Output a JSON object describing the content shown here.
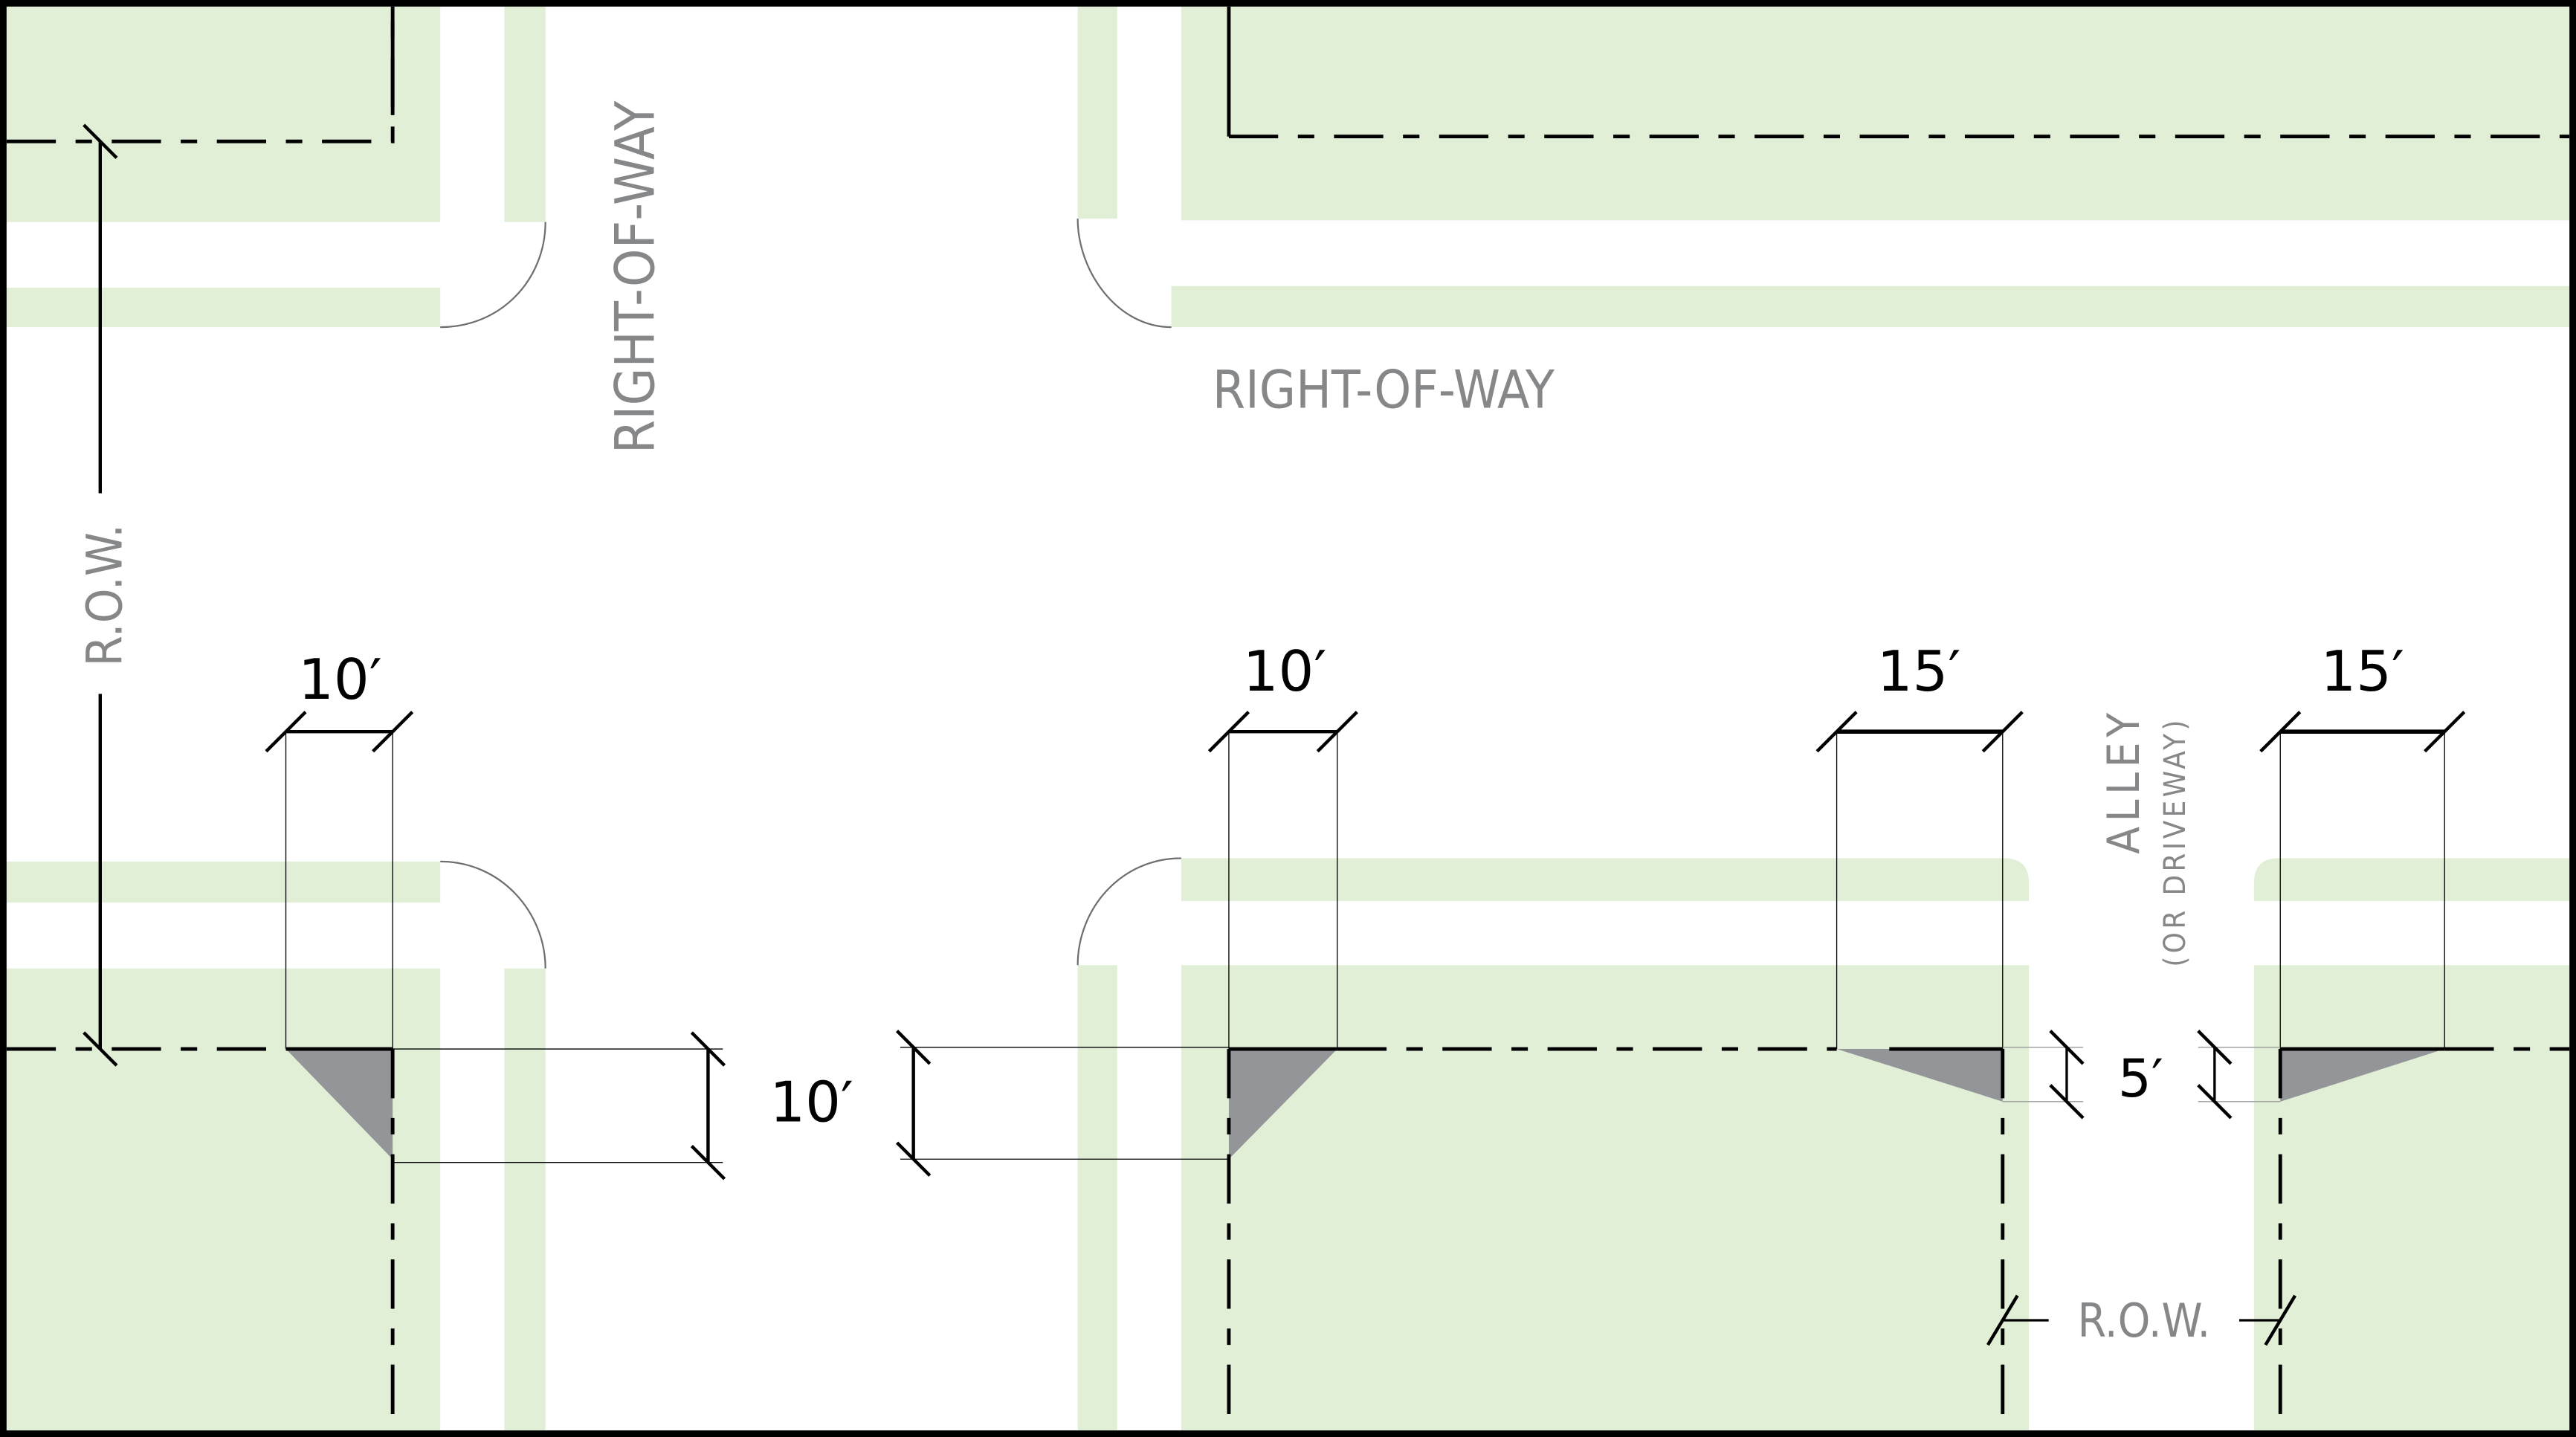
{
  "colors": {
    "landscape": "#e1efd6",
    "triangle": "#939598",
    "label": "#868789",
    "line": "#000000",
    "curb": "#6d6e71"
  },
  "labels": {
    "row_vertical_street": "RIGHT-OF-WAY",
    "row_horizontal_street": "RIGHT-OF-WAY",
    "row_left": "R.O.W.",
    "row_bottom": "R.O.W.",
    "alley": "ALLEY",
    "alley_sub": "(OR DRIVEWAY)"
  },
  "dimensions": {
    "corner_left_width": "10′",
    "corner_mid_width": "10′",
    "alley_left_width": "15′",
    "alley_right_width": "15′",
    "corner_depth": "10′",
    "alley_depth": "5′"
  }
}
